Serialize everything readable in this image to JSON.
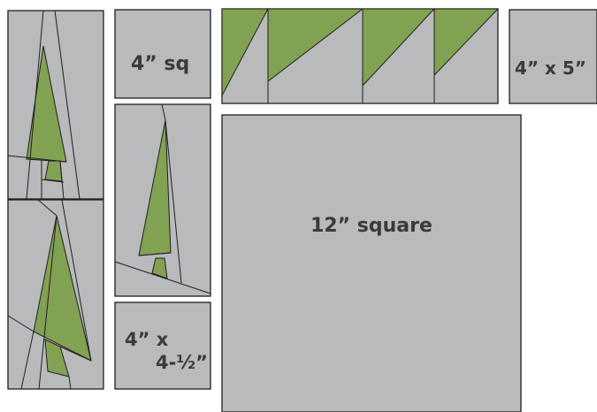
{
  "colors": {
    "background": "#ffffff",
    "block_fill": "#b9babc",
    "tree_fill": "#82a253",
    "outline": "#1f1f1f",
    "label": "#3a3a3a"
  },
  "labels": {
    "sq4": "4” sq",
    "r4x5": "4” x 5”",
    "sq12": "12” square",
    "r4x4half_line1": "4” x",
    "r4x4half_line2": "4-½”"
  }
}
